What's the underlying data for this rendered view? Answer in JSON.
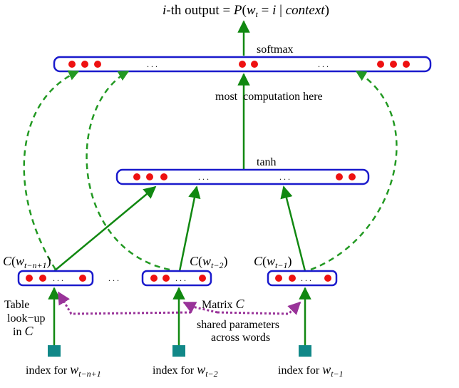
{
  "title": {
    "prefix": "i",
    "middle": "-th output = ",
    "P": "P",
    "open": "(",
    "w": "w",
    "w_sub": "t",
    "eq": " = ",
    "i": "i",
    "bar": " | ",
    "ctx": "context",
    "close": ")"
  },
  "layers": {
    "softmax": "softmax",
    "tanh": "tanh",
    "computation_note": "most  computation here"
  },
  "embeddings": {
    "left": {
      "C": "C",
      "open": "(",
      "w": "w",
      "sub": "t−n+1",
      "close": ")"
    },
    "mid": {
      "C": "C",
      "open": "(",
      "w": "w",
      "sub": "t−2",
      "close": ")"
    },
    "right": {
      "C": "C",
      "open": "(",
      "w": "w",
      "sub": "t−1",
      "close": ")"
    }
  },
  "ellipsis": ". . .",
  "inputs": {
    "left": {
      "label": "index for ",
      "w": "w",
      "sub": "t−n+1"
    },
    "mid": {
      "label": "index for ",
      "w": "w",
      "sub": "t−2"
    },
    "right": {
      "label": "index for ",
      "w": "w",
      "sub": "t−1"
    }
  },
  "annotations": {
    "table_1": "Table",
    "table_2": "look−up",
    "table_3_pre": "in ",
    "table_3_C": "C",
    "matrix_pre": "Matrix ",
    "matrix_C": "C",
    "shared_1": "shared parameters",
    "shared_2": "across words"
  },
  "colors": {
    "box_stroke": "#1a1acc",
    "unit": "#ee1111",
    "arrow_green": "#118811",
    "dashed_green": "#229922",
    "shared_purple": "#993399",
    "index_square": "#118888"
  }
}
